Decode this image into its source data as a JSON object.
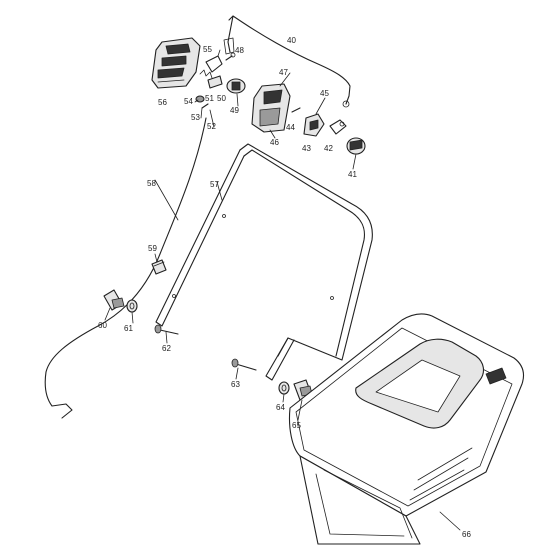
{
  "parts": {
    "p40": "40",
    "p41": "41",
    "p42": "42",
    "p43": "43",
    "p44": "44",
    "p45": "45",
    "p46": "46",
    "p47": "47",
    "p48": "48",
    "p49": "49",
    "p50": "50",
    "p51": "51",
    "p52": "52",
    "p53": "53",
    "p54": "54",
    "p55": "55",
    "p56": "56",
    "p57": "57",
    "p58": "58",
    "p59": "59",
    "p60": "60",
    "p61": "61",
    "p62": "62",
    "p63": "63",
    "p64": "64",
    "p65": "65",
    "p66": "66"
  }
}
